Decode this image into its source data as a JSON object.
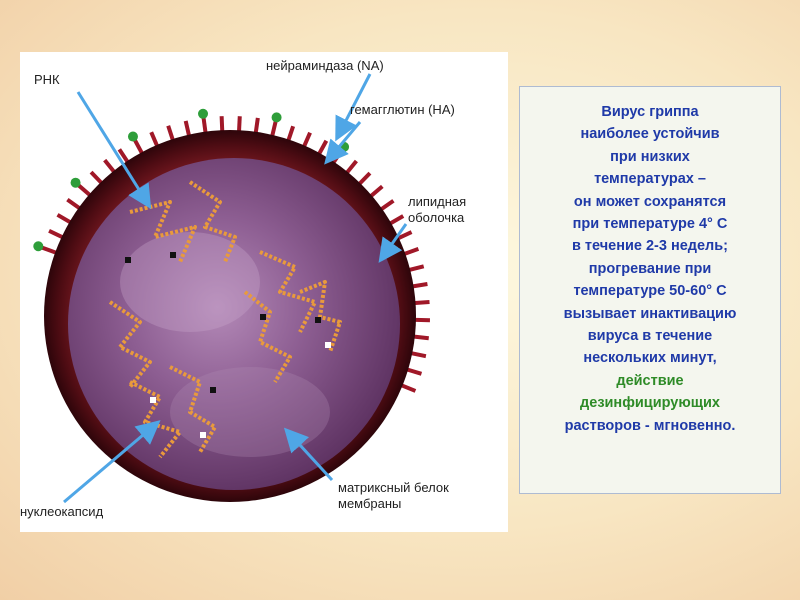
{
  "diagram": {
    "labels": {
      "rna": "РНК",
      "neuraminidase": "нейраминдаза (NA)",
      "hemagglutinin": "гемагглютин (НА)",
      "lipid_envelope": [
        "липидная",
        "оболочка"
      ],
      "matrix_protein": [
        "матриксный белок",
        "мембраны"
      ],
      "nucleocapsid": "нуклеокапсид"
    },
    "colors": {
      "outer_shell": "#5c0f16",
      "interior": "#8a5b8e",
      "spikes": "#a01828",
      "knobs": "#2e9e3a",
      "arrows": "#4fa6e6",
      "rna": "#e99a3c"
    }
  },
  "info": {
    "lines": [
      {
        "text": "Вирус гриппа",
        "color": "blue"
      },
      {
        "text": "наиболее устойчив",
        "color": "blue"
      },
      {
        "text": "при низких",
        "color": "blue"
      },
      {
        "text": "температурах –",
        "color": "blue"
      },
      {
        "text": "он может сохранятся",
        "color": "blue"
      },
      {
        "text": "при температуре 4° С",
        "color": "blue"
      },
      {
        "text": "в течение 2-3 недель;",
        "color": "blue"
      },
      {
        "text": "прогревание при",
        "color": "blue"
      },
      {
        "text": "температуре 50-60° С",
        "color": "blue"
      },
      {
        "text": "вызывает инактивацию",
        "color": "blue"
      },
      {
        "text": "вируса в течение",
        "color": "blue"
      },
      {
        "text": "нескольких минут,",
        "color": "blue"
      },
      {
        "text": "действие",
        "color": "green"
      },
      {
        "text": "дезинфицирующих",
        "color": "green"
      },
      {
        "text": "растворов - мгновенно.",
        "color": "blue"
      }
    ]
  }
}
